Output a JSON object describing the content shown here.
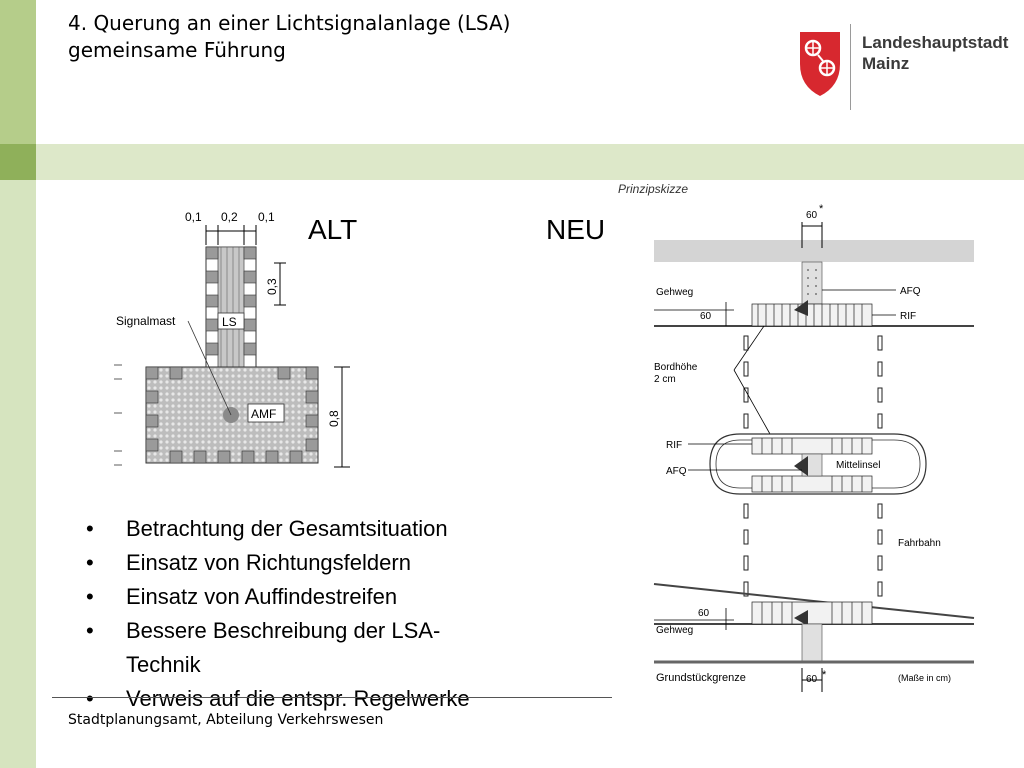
{
  "slide": {
    "title_line1": "4. Querung an einer Lichtsignalanlage (LSA)",
    "title_line2": "gemeinsame Führung",
    "logo_line1": "Landeshauptstadt",
    "logo_line2": "Mainz",
    "label_alt": "ALT",
    "label_neu": "NEU",
    "footer": "Stadtplanungsamt, Abteilung Verkehrswesen"
  },
  "alt_diagram": {
    "dim_top": [
      "0,1",
      "0,2",
      "0,1"
    ],
    "dim_side_small": "0,3",
    "dim_side_large": "0,8",
    "label_signalmast": "Signalmast",
    "label_ls": "LS",
    "label_amf": "AMF"
  },
  "neu_diagram": {
    "caption": "Prinzipskizze",
    "dim_60": "60",
    "asterisk": "*",
    "label_gehweg": "Gehweg",
    "label_afq": "AFQ",
    "label_rif": "RIF",
    "label_bordhoehe_1": "Bordhöhe",
    "label_bordhoehe_2": "2 cm",
    "label_mittelinsel": "Mittelinsel",
    "label_fahrbahn": "Fahrbahn",
    "label_grundstueck": "Grundstückgrenze",
    "label_masse": "(Maße in cm)"
  },
  "bullets": [
    "Betrachtung der Gesamtsituation",
    "Einsatz von Richtungsfeldern",
    "Einsatz von Auffindestreifen",
    "Bessere Beschreibung der LSA-Technik",
    "Verweis auf die entspr. Regelwerke"
  ],
  "bullet_symbol": "•",
  "colors": {
    "sidebar": "#d6e4bf",
    "band": "#dde8c9",
    "accent": "#8fb05a",
    "logo_red": "#d7282f"
  }
}
